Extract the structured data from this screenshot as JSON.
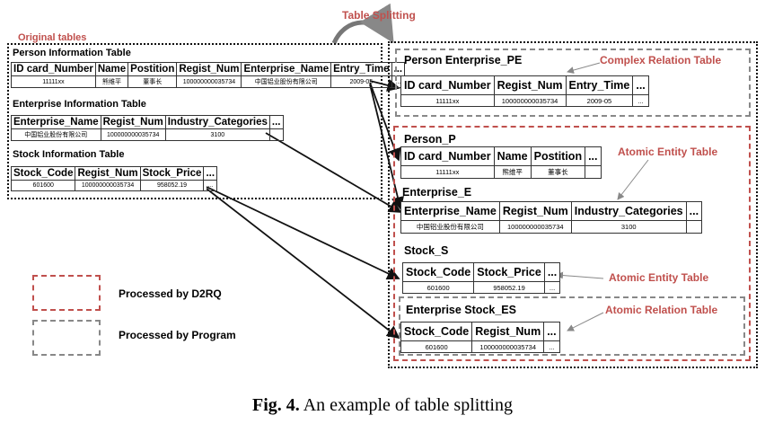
{
  "title": "Table Splitting",
  "original_label": "Original tables",
  "original": [
    {
      "name": "Person Information Table",
      "cols": [
        "ID card_Number",
        "Name",
        "Postition",
        "Regist_Num",
        "Enterprise_Name",
        "Entry_Time",
        "..."
      ],
      "row": [
        "11111xx",
        "熊维平",
        "董事长",
        "100000000035734",
        "中国铝业股份有限公司",
        "2009-05",
        "..."
      ]
    },
    {
      "name": "Enterprise Information Table",
      "cols": [
        "Enterprise_Name",
        "Regist_Num",
        "Industry_Categories",
        "..."
      ],
      "row": [
        "中国铝业股份有限公司",
        "100000000035734",
        "3100",
        ""
      ]
    },
    {
      "name": "Stock Information Table",
      "cols": [
        "Stock_Code",
        "Regist_Num",
        "Stock_Price",
        "..."
      ],
      "row": [
        "601600",
        "100000000035734",
        "958052.19",
        "..."
      ]
    }
  ],
  "result": [
    {
      "name": "Person Enterprise_PE",
      "cols": [
        "ID card_Number",
        "Regist_Num",
        "Entry_Time",
        "..."
      ],
      "row": [
        "11111xx",
        "100000000035734",
        "2009-05",
        "..."
      ]
    },
    {
      "name": "Person_P",
      "cols": [
        "ID card_Number",
        "Name",
        "Postition",
        "..."
      ],
      "row": [
        "11111xx",
        "熊维平",
        "董事长",
        ""
      ]
    },
    {
      "name": "Enterprise_E",
      "cols": [
        "Enterprise_Name",
        "Regist_Num",
        "Industry_Categories",
        "..."
      ],
      "row": [
        "中国铝业股份有限公司",
        "100000000035734",
        "3100",
        ""
      ]
    },
    {
      "name": "Stock_S",
      "cols": [
        "Stock_Code",
        "Stock_Price",
        "..."
      ],
      "row": [
        "601600",
        "958052.19",
        "..."
      ]
    },
    {
      "name": "Enterprise Stock_ES",
      "cols": [
        "Stock_Code",
        "Regist_Num",
        "..."
      ],
      "row": [
        "601600",
        "100000000035734",
        "..."
      ]
    }
  ],
  "annotations": {
    "complex_relation": "Complex Relation Table",
    "atomic_entity_1": "Atomic Entity Table",
    "atomic_entity_2": "Atomic Entity Table",
    "atomic_relation": "Atomic Relation Table"
  },
  "legend": {
    "d2rq": "Processed by D2RQ",
    "program": "Processed by Program"
  },
  "caption": {
    "fig": "Fig. 4.",
    "text": "An example of table splitting"
  },
  "colors": {
    "accent": "#c0504d",
    "program_border": "#888888",
    "arrow": "#111111"
  }
}
